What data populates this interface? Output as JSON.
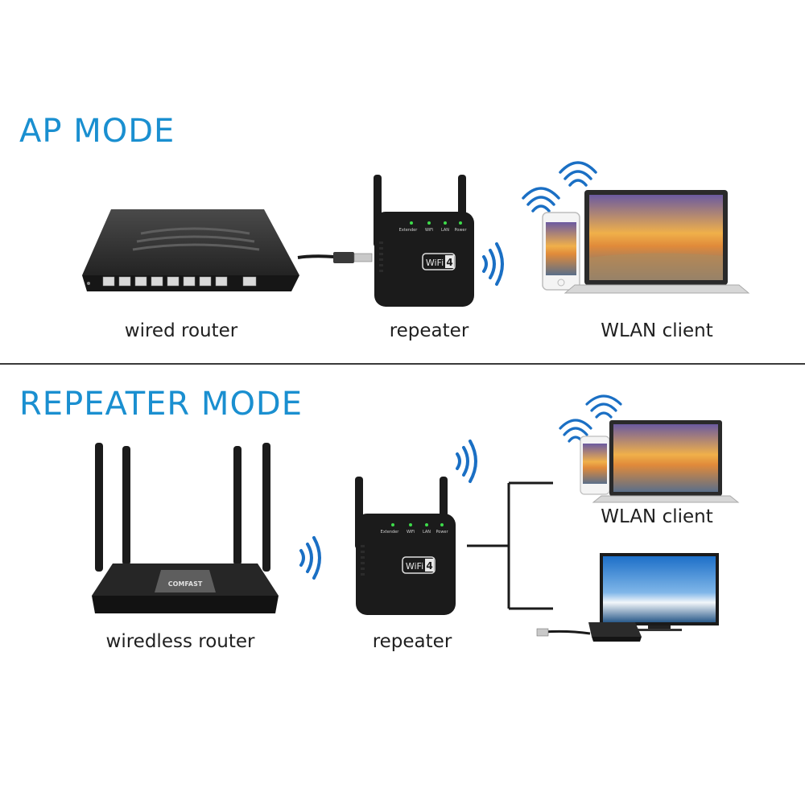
{
  "sections": {
    "ap": {
      "title": "AP MODE"
    },
    "repeater": {
      "title": "REPEATER MODE"
    }
  },
  "labels": {
    "wired_router": "wired router",
    "ap_repeater": "repeater",
    "ap_wlan_client": "WLAN client",
    "wireless_router": "wiredless router",
    "rep_repeater": "repeater",
    "rep_wlan_client": "WLAN client"
  },
  "device": {
    "leds": [
      "Extender",
      "WiFi",
      "LAN",
      "Power"
    ],
    "badge_text": "WiFi",
    "badge_number": "4",
    "router_brand": "COMFAST"
  },
  "colors": {
    "title_blue": "#1a8fd0",
    "signal_blue": "#1a6fc4",
    "led_green": "#3ddc4a",
    "device_black": "#1b1b1b"
  }
}
